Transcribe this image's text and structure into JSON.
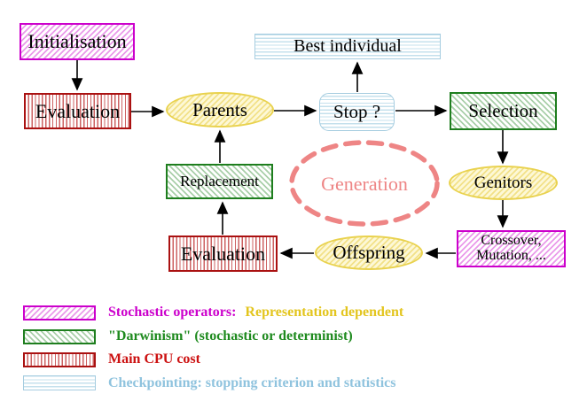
{
  "diagram": {
    "title_hint": "Evolutionary algorithm flow",
    "nodes": {
      "initialisation": {
        "label": "Initialisation",
        "style": "magenta-hatch"
      },
      "evaluation_top": {
        "label": "Evaluation",
        "style": "red-stripes"
      },
      "parents": {
        "label": "Parents",
        "style": "yellow-ellipse"
      },
      "best_individual": {
        "label": "Best individual",
        "style": "cyan-stripes"
      },
      "stop": {
        "label": "Stop ?",
        "style": "cyan-stripes-rounded"
      },
      "selection": {
        "label": "Selection",
        "style": "green-hatch"
      },
      "replacement": {
        "label": "Replacement",
        "style": "green-hatch"
      },
      "genitors": {
        "label": "Genitors",
        "style": "yellow-ellipse"
      },
      "generation": {
        "label": "Generation",
        "style": "dashed-salmon-ellipse"
      },
      "offspring": {
        "label": "Offspring",
        "style": "yellow-ellipse"
      },
      "evaluation_bottom": {
        "label": "Evaluation",
        "style": "red-stripes"
      },
      "crossover": {
        "line1": "Crossover,",
        "line2": "Mutation, ...",
        "style": "magenta-hatch"
      }
    },
    "flow": [
      "Initialisation -> Evaluation",
      "Evaluation -> Parents",
      "Parents -> Stop ?",
      "Stop ? -> Best individual",
      "Stop ? -> Selection",
      "Selection -> Genitors",
      "Genitors -> Crossover, Mutation, ...",
      "Crossover, Mutation, ... -> Offspring",
      "Offspring -> Evaluation",
      "Evaluation -> Replacement",
      "Replacement -> Parents"
    ]
  },
  "legend": {
    "items": [
      {
        "swatch": "magenta-hatch",
        "segments": [
          {
            "text": "Stochastic operators:",
            "color": "#cc00cc"
          },
          {
            "text": "Representation dependent",
            "color": "#e3c51e"
          }
        ]
      },
      {
        "swatch": "green-hatch",
        "segments": [
          {
            "text": "\"Darwinism\" (stochastic or determinist)",
            "color": "#1e8a1e"
          }
        ]
      },
      {
        "swatch": "red-stripes",
        "segments": [
          {
            "text": "Main CPU cost",
            "color": "#cc1111"
          }
        ]
      },
      {
        "swatch": "cyan-stripes",
        "segments": [
          {
            "text": "Checkpointing: stopping criterion and statistics",
            "color": "#8fc3de"
          }
        ]
      }
    ]
  },
  "colors": {
    "magenta_border": "#cc00cc",
    "magenta_hatch": "#ea9aea",
    "green_border": "#1e7e1e",
    "green_hatch": "#a9cfa9",
    "red_border": "#aa1111",
    "red_stripe": "#cc6262",
    "cyan_border": "#a6cde0",
    "cyan_stripe": "#c4e0ec",
    "yellow_border": "#e9d24e",
    "yellow_fill": "#f2e189",
    "generation_salmon": "#ee8585",
    "arrow": "#000000"
  }
}
